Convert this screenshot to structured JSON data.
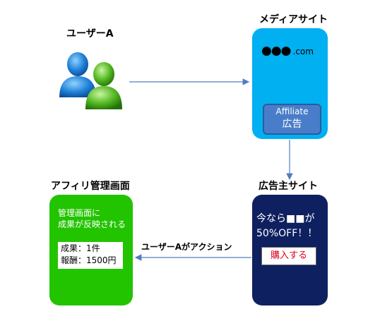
{
  "colors": {
    "media": "#00b0f0",
    "advertiser": "#0f2060",
    "affiliate": "#22c400",
    "arrow": "#4f7fbf"
  },
  "user": {
    "label": "ユーザーA",
    "icon": "users-icon"
  },
  "media_site": {
    "title": "メディアサイト",
    "domain_dots": "●●●",
    "domain_suffix": ".com",
    "ad_line1": "Affiliate",
    "ad_line2": "広告"
  },
  "advertiser_site": {
    "title": "広告主サイト",
    "promo_line1": "今なら■■が",
    "promo_line2": "50%OFF！！",
    "buy_button": "購入する"
  },
  "affiliate_admin": {
    "title": "アフィリ管理画面",
    "note_line1": "管理画面に",
    "note_line2": "成果が反映される",
    "result_line1": "成果：1件",
    "result_line2": "報酬：1500円"
  },
  "action_label": "ユーザーAがアクション"
}
